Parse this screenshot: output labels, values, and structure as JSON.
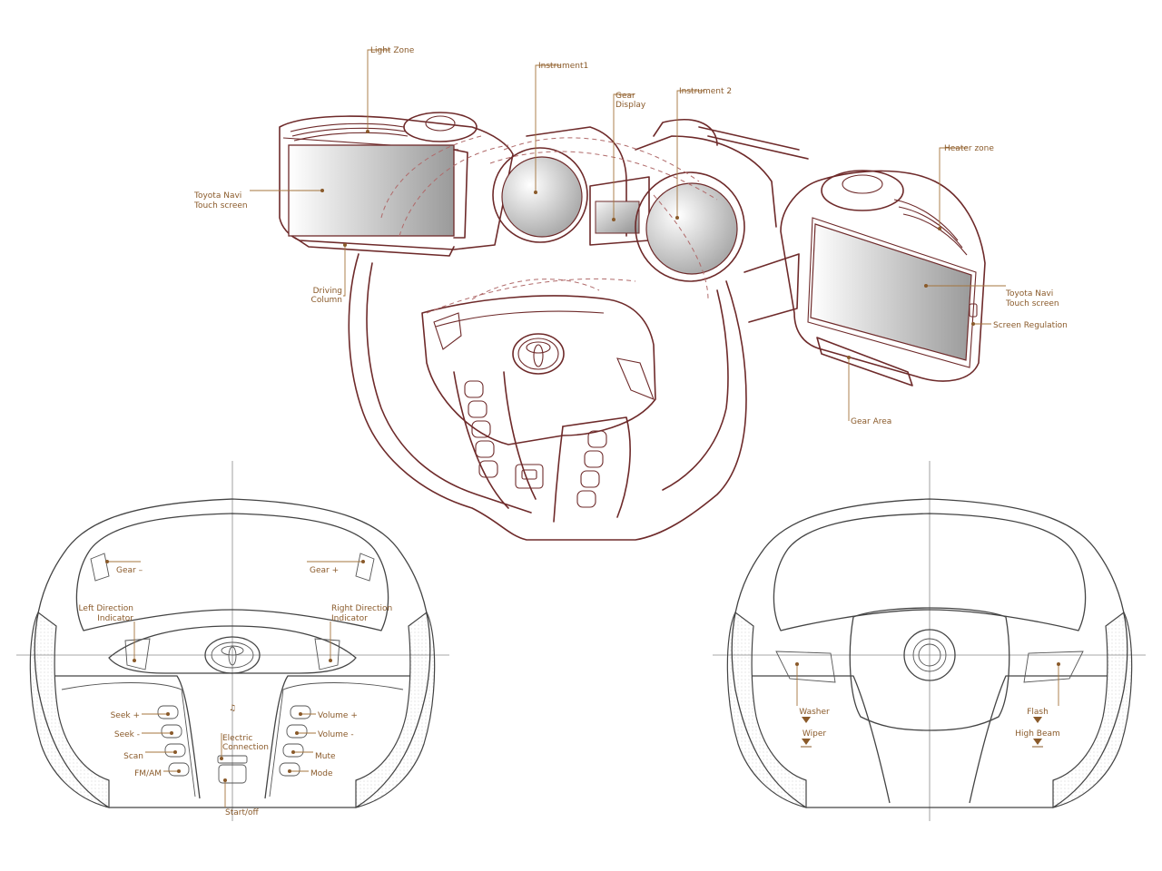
{
  "colors": {
    "label": "#8a5a2a",
    "leader": "#a4743c",
    "outline_main": "#6e2a2a",
    "outline_wheels": "#444444"
  },
  "main_labels": {
    "light_zone": "Light Zone",
    "instrument1": "Instrument1",
    "gear_display_1": "Gear",
    "gear_display_2": "Display",
    "instrument2": "Instrument 2",
    "heater_zone": "Heater zone",
    "navi_left_1": "Toyota Navi",
    "navi_left_2": "Touch screen",
    "driving_column_1": "Driving",
    "driving_column_2": "Column",
    "navi_right_1": "Toyota Navi",
    "navi_right_2": "Touch screen",
    "screen_regulation": "Screen Regulation",
    "gear_area": "Gear Area"
  },
  "left_wheel": {
    "gear_minus": "Gear –",
    "gear_plus": "Gear +",
    "left_dir_1": "Left Direction",
    "left_dir_2": "Indicator",
    "right_dir_1": "Right Direction",
    "right_dir_2": "Indicator",
    "seek_plus": "Seek +",
    "seek_minus": "Seek -",
    "scan": "Scan",
    "fm_am": "FM/AM",
    "volume_plus": "Volume +",
    "volume_minus": "Volume -",
    "mute": "Mute",
    "mode": "Mode",
    "electric_1": "Electric",
    "electric_2": "Connection",
    "start_off": "Start/off"
  },
  "right_wheel": {
    "washer": "Washer",
    "wiper": "Wiper",
    "flash": "Flash",
    "high_beam": "High Beam"
  }
}
